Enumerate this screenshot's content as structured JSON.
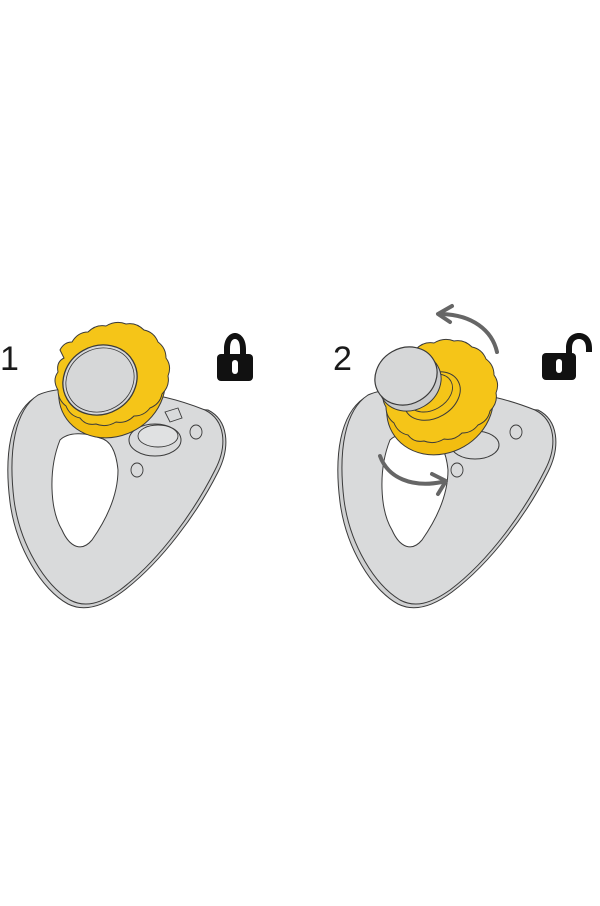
{
  "figure": {
    "description": "Two-step instruction illustration: locking and unlocking a hanger knob",
    "colors": {
      "background": "#ffffff",
      "hanger_fill": "#d9dadb",
      "knob_yellow": "#f5c518",
      "cap_grey": "#d6d7d8",
      "outline": "#3a3a3a",
      "arrow_grey": "#666666",
      "icon_black": "#111111"
    },
    "steps": [
      {
        "number": "1",
        "state": "locked",
        "icon": "padlock-closed-icon"
      },
      {
        "number": "2",
        "state": "unlocked",
        "icon": "padlock-open-icon",
        "annotation": "rotate-counterclockwise-arrows"
      }
    ]
  }
}
